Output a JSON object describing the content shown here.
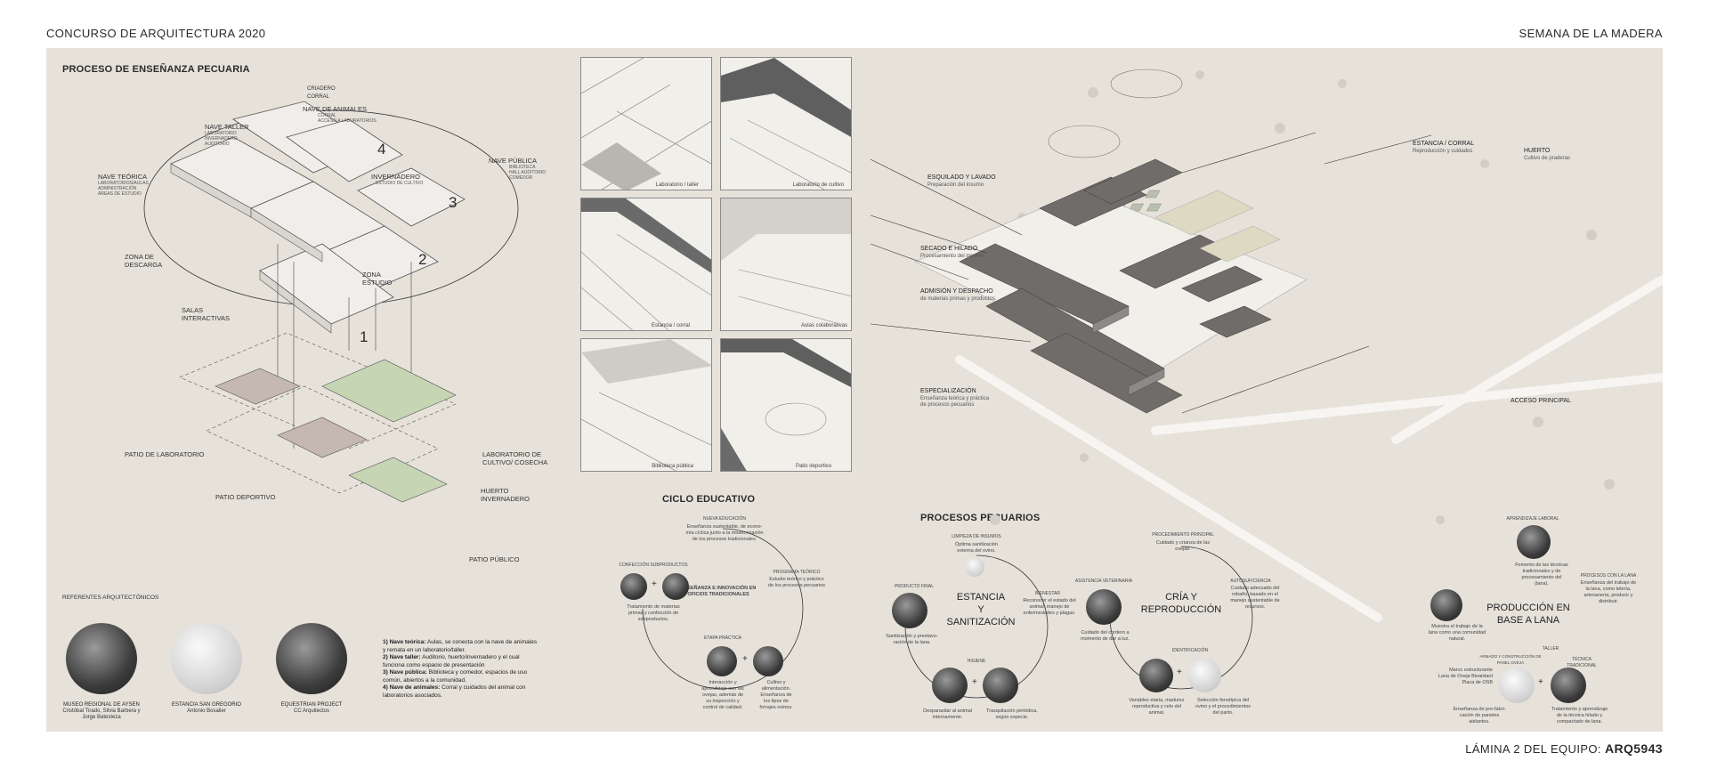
{
  "header": {
    "left_title": "CONCURSO DE ARQUITECTURA 2020",
    "right_title": "SEMANA DE LA MADERA"
  },
  "footer": {
    "prefix": "LÁMINA 2 DEL EQUIPO:",
    "team": "ARQ5943"
  },
  "left_section": {
    "title": "PROCESO DE ENSEÑANZA PECUARIA",
    "labels": {
      "criadero": "CRIADERO\nCORRAL",
      "nave_animales": "NAVE DE ANIMALES",
      "nave_animales_sub": "CORRAL\nACCESO A LABORATORIOS",
      "nave_taller": "NAVE TALLER",
      "nave_taller_sub": "LABORATORIO\nINVERNADERO\nAUDITORIO",
      "nave_teorica": "NAVE TEÓRICA",
      "nave_teorica_sub": "LABORATORIOS/AULAS\nADMINISTRACIÓN\nÁREAS DE ESTUDIO",
      "invernadero": "INVERNADERO",
      "invernadero_sub": "ESTUDIO DE CULTIVO",
      "nave_publica": "NAVE PÚBLICA",
      "nave_publica_sub": "BIBLIOTECA\nHALL AUDITORIO\nCOMEDOR",
      "zona_descarga": "ZONA DE\nDESCARGA",
      "zona_estudio": "ZONA\nESTUDIO",
      "salas": "SALAS\nINTERACTIVAS",
      "patio_lab": "PATIO DE LABORATORIO",
      "lab_cultivo": "LABORATORIO DE\nCULTIVO/ COSECHA",
      "patio_deportivo": "PATIO DEPORTIVO",
      "huerto_inv": "HUERTO\nINVERNADERO",
      "patio_publico": "PATIO PÚBLICO"
    },
    "numbers": [
      "1",
      "2",
      "3",
      "4"
    ],
    "referentes_title": "REFERENTES ARQUITECTÓNICOS",
    "referentes": [
      {
        "name": "MUSEO REGIONAL DE AYSEN",
        "by": "Cristóbal Tirado, Silvia Barbera y\nJorge Batesteza"
      },
      {
        "name": "ESTANCIA SAN GREGORIO",
        "by": "Antonio Bosalier"
      },
      {
        "name": "EQUESTRIAN PROJECT",
        "by": "CC Arquitectos"
      }
    ],
    "notes": [
      {
        "k": "1) Nave teórica:",
        "v": " Aulas, se conecta con la nave de animales y remata en un laboratorio/taller."
      },
      {
        "k": "2) Nave taller:",
        "v": " Auditorio, huerto/invernadero y el cual funciona como espacio de presentación"
      },
      {
        "k": "3) Nave pública:",
        "v": " Biblioteca y comedor, espacios de uso común, abiertos a la comunidad."
      },
      {
        "k": "4) Nave de animales:",
        "v": " Corral y cuidados del animal con laboratorios asociados."
      }
    ]
  },
  "panels": {
    "captions": [
      "Laboratorio / taller",
      "Laboratorio de cultivo",
      "Estancia / corral",
      "Aulas colaborativas",
      "Biblioteca pública",
      "Patio deportivo"
    ]
  },
  "ciclo": {
    "title": "CICLO EDUCATIVO",
    "center": "ENSEÑANZA E INNOVACIÓN EN\nOFICIOS TRADICIONALES",
    "nueva": "NUEVA EDUCACIÓN",
    "nueva_text": "Enseñanza sustentable, de econo-\nmía cíclica junto a la modernización\nde los procesos tradicionales.",
    "programa": "PROGRAMA TEÓRICO",
    "programa_text": "Estudio teórico y práctico\nde los procesos pecuarios",
    "etapa": "ETAPA PRÁCTICA",
    "etapa_text1": "Interacción y\naprendizaje con las\novejas, además de\nsu inspección y\ncontrol de calidad.",
    "etapa_text2": "Cultivo y\nalimentación.\nEnseñanza de\nlos tipos de\nforrajes ovinos.",
    "confeccion": "CONFECCIÓN SUBPRODUCTOS",
    "confeccion_text": "Tratamiento de materias\nprimas y confección de\nsubproductos."
  },
  "procesos": {
    "title": "PROCESOS PECUARIOS",
    "estancia": "ESTANCIA\nY\nSANITIZACIÓN",
    "limpieza": "LIMPIEZA DE INSUMOS",
    "limpieza_text": "Óptima sanitización\nexterna del ovino.",
    "bienestar": "BIENESTAR",
    "bienestar_text": "Reconocer el estado del\nanimal, manejo de\nenfermedades y plagas.",
    "producto": "PRODUCTO FINAL",
    "producto_text": "Sanitización y preelavo-\nración de la lana.",
    "higiene": "HIGIENE",
    "higiene_text1": "Desparasitar al animal\ninternamente.",
    "higiene_text2": "Trasquilación periódica,\nsegún especie.",
    "cria": "CRÍA Y\nREPRODUCCIÓN",
    "proc_principal": "PROCEDIMIENTO PRINCIPAL",
    "proc_principal_text": "Cuidado y crianza de las\novejas.",
    "asistencia": "ASISTENCIA VETERINARIA",
    "asistencia_text": "Cuidado del cordero a\nmomento de dar a luz.",
    "autosuficiencia": "AUTOSUFICIENCIA",
    "autosuficiencia_text": "Cuidado adecuado del\nrebaño, basado en el\nmanejo sustentable de\nrecursos.",
    "identificacion": "IDENTIFICACIÓN",
    "ident_text1": "Variables etaria, madurez\nreproductiva y celo del\nanimal.",
    "ident_text2": "Selección fenotípica del\novino y el procedimientos\ndel parto.",
    "produccion": "PRODUCCIÓN EN\nBASE A LANA",
    "aprendizaje": "APRENDIZAJE LABORAL",
    "aprendizaje_text": "Fomento de las técnicas\ntradicionales y de\nprocesamiento del\n(lana).",
    "procesos_lana": "PROCESOS CON LA LANA",
    "procesos_lana_text": "Enseñanza del trabajo de\nla lana, como telería,\nartesanería, producir y\ndistribuir.",
    "mostrar": "Muestra el trabajo de la\nlana como una comunidad\nnatural.",
    "armado": "ARMADO Y CONSTRUCCIÓN DE\nPANEL OVEJA",
    "taller": "TALLER",
    "tecnica": "TÉCNICA\nTRADICIONAL",
    "tecnica_text": "Tratamiento y aprendizaje\nde la técnica hilado y\ncompactado de lana.",
    "materiales": "Marco estructurante\nLana de Oveja Bioaislant\nPlaca de OSB",
    "materiales_text": "Enseñanza de pre-fabri-\ncación de paneles\naislantes."
  },
  "site": {
    "estancia": "ESTANCIA / CORRAL",
    "estancia_sub": "Reproducción y cuidados",
    "huerto": "HUERTO",
    "huerto_sub": "Cultivo de praderas",
    "esquilado": "ESQUILADO Y LAVADO",
    "esquilado_sub": "Preparación del insumo",
    "secado": "SECADO E HILADO",
    "secado_sub": "Procesamiento del insumo",
    "admision": "ADMISIÓN Y DESPACHO",
    "admision_sub": "de materias primas y productos.",
    "especializacion": "ESPECIALIZACIÓN",
    "especializacion_sub": "Enseñanza teórica y práctica\nde procesos pecuarios",
    "acceso": "ACCESO PRINCIPAL"
  }
}
